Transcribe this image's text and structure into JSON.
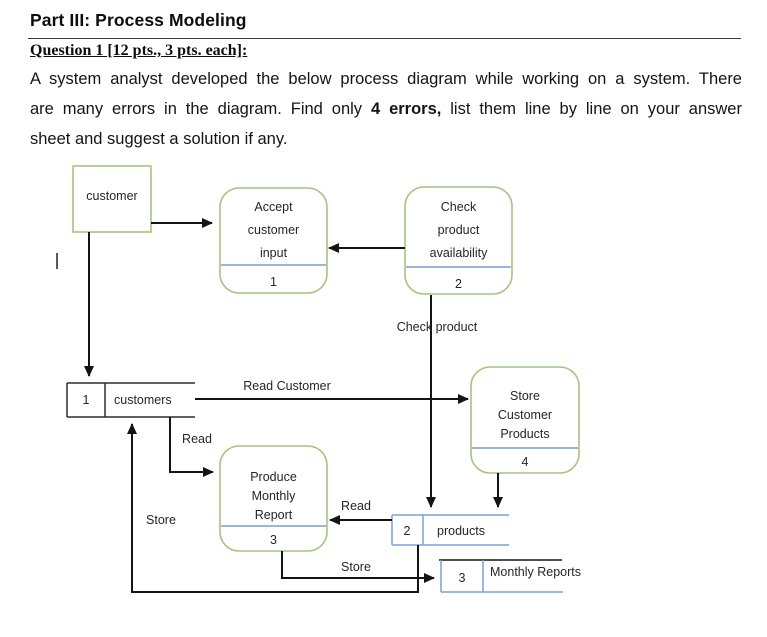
{
  "header": {
    "title": "Part III: Process Modeling",
    "question": "Question 1 [12 pts., 3 pts. each]:",
    "body": {
      "line1": "A system analyst developed the below process diagram while working on a system. There",
      "line2_pre": "are many errors in the diagram. Find only ",
      "line2_bold": "4 errors,",
      "line2_post": " list them line by line on your answer",
      "line3": "sheet and suggest a solution if any."
    }
  },
  "diagram": {
    "colors": {
      "process_border_green": "#a4c47e",
      "divider_blue": "#8eaadb",
      "store_blue": "#7aa0d5",
      "store_dark": "#2d2d2d",
      "reports_top_gray": "#4d4d4d",
      "flow_black": "#141414"
    },
    "entity": {
      "label": "customer"
    },
    "processes": {
      "p1": {
        "l1": "Accept",
        "l2": "customer",
        "l3": "input",
        "num": "1"
      },
      "p2": {
        "l1": "Check",
        "l2": "product",
        "l3": "availability",
        "num": "2"
      },
      "p3": {
        "l1": "Produce",
        "l2": "Monthly",
        "l3": "Report",
        "num": "3"
      },
      "p4": {
        "l1": "Store",
        "l2": "Customer",
        "l3": "Products",
        "num": "4"
      }
    },
    "stores": {
      "customers": {
        "num": "1",
        "name": "customers"
      },
      "products": {
        "num": "2",
        "name": "products"
      },
      "reports": {
        "num": "3",
        "name": "Monthly Reports"
      }
    },
    "flows": {
      "read_customer": "Read Customer",
      "check_product": "Check product",
      "read_from_customers": "Read",
      "read_from_products": "Read",
      "store_to_customers": "Store",
      "store_to_reports": "Store"
    }
  }
}
